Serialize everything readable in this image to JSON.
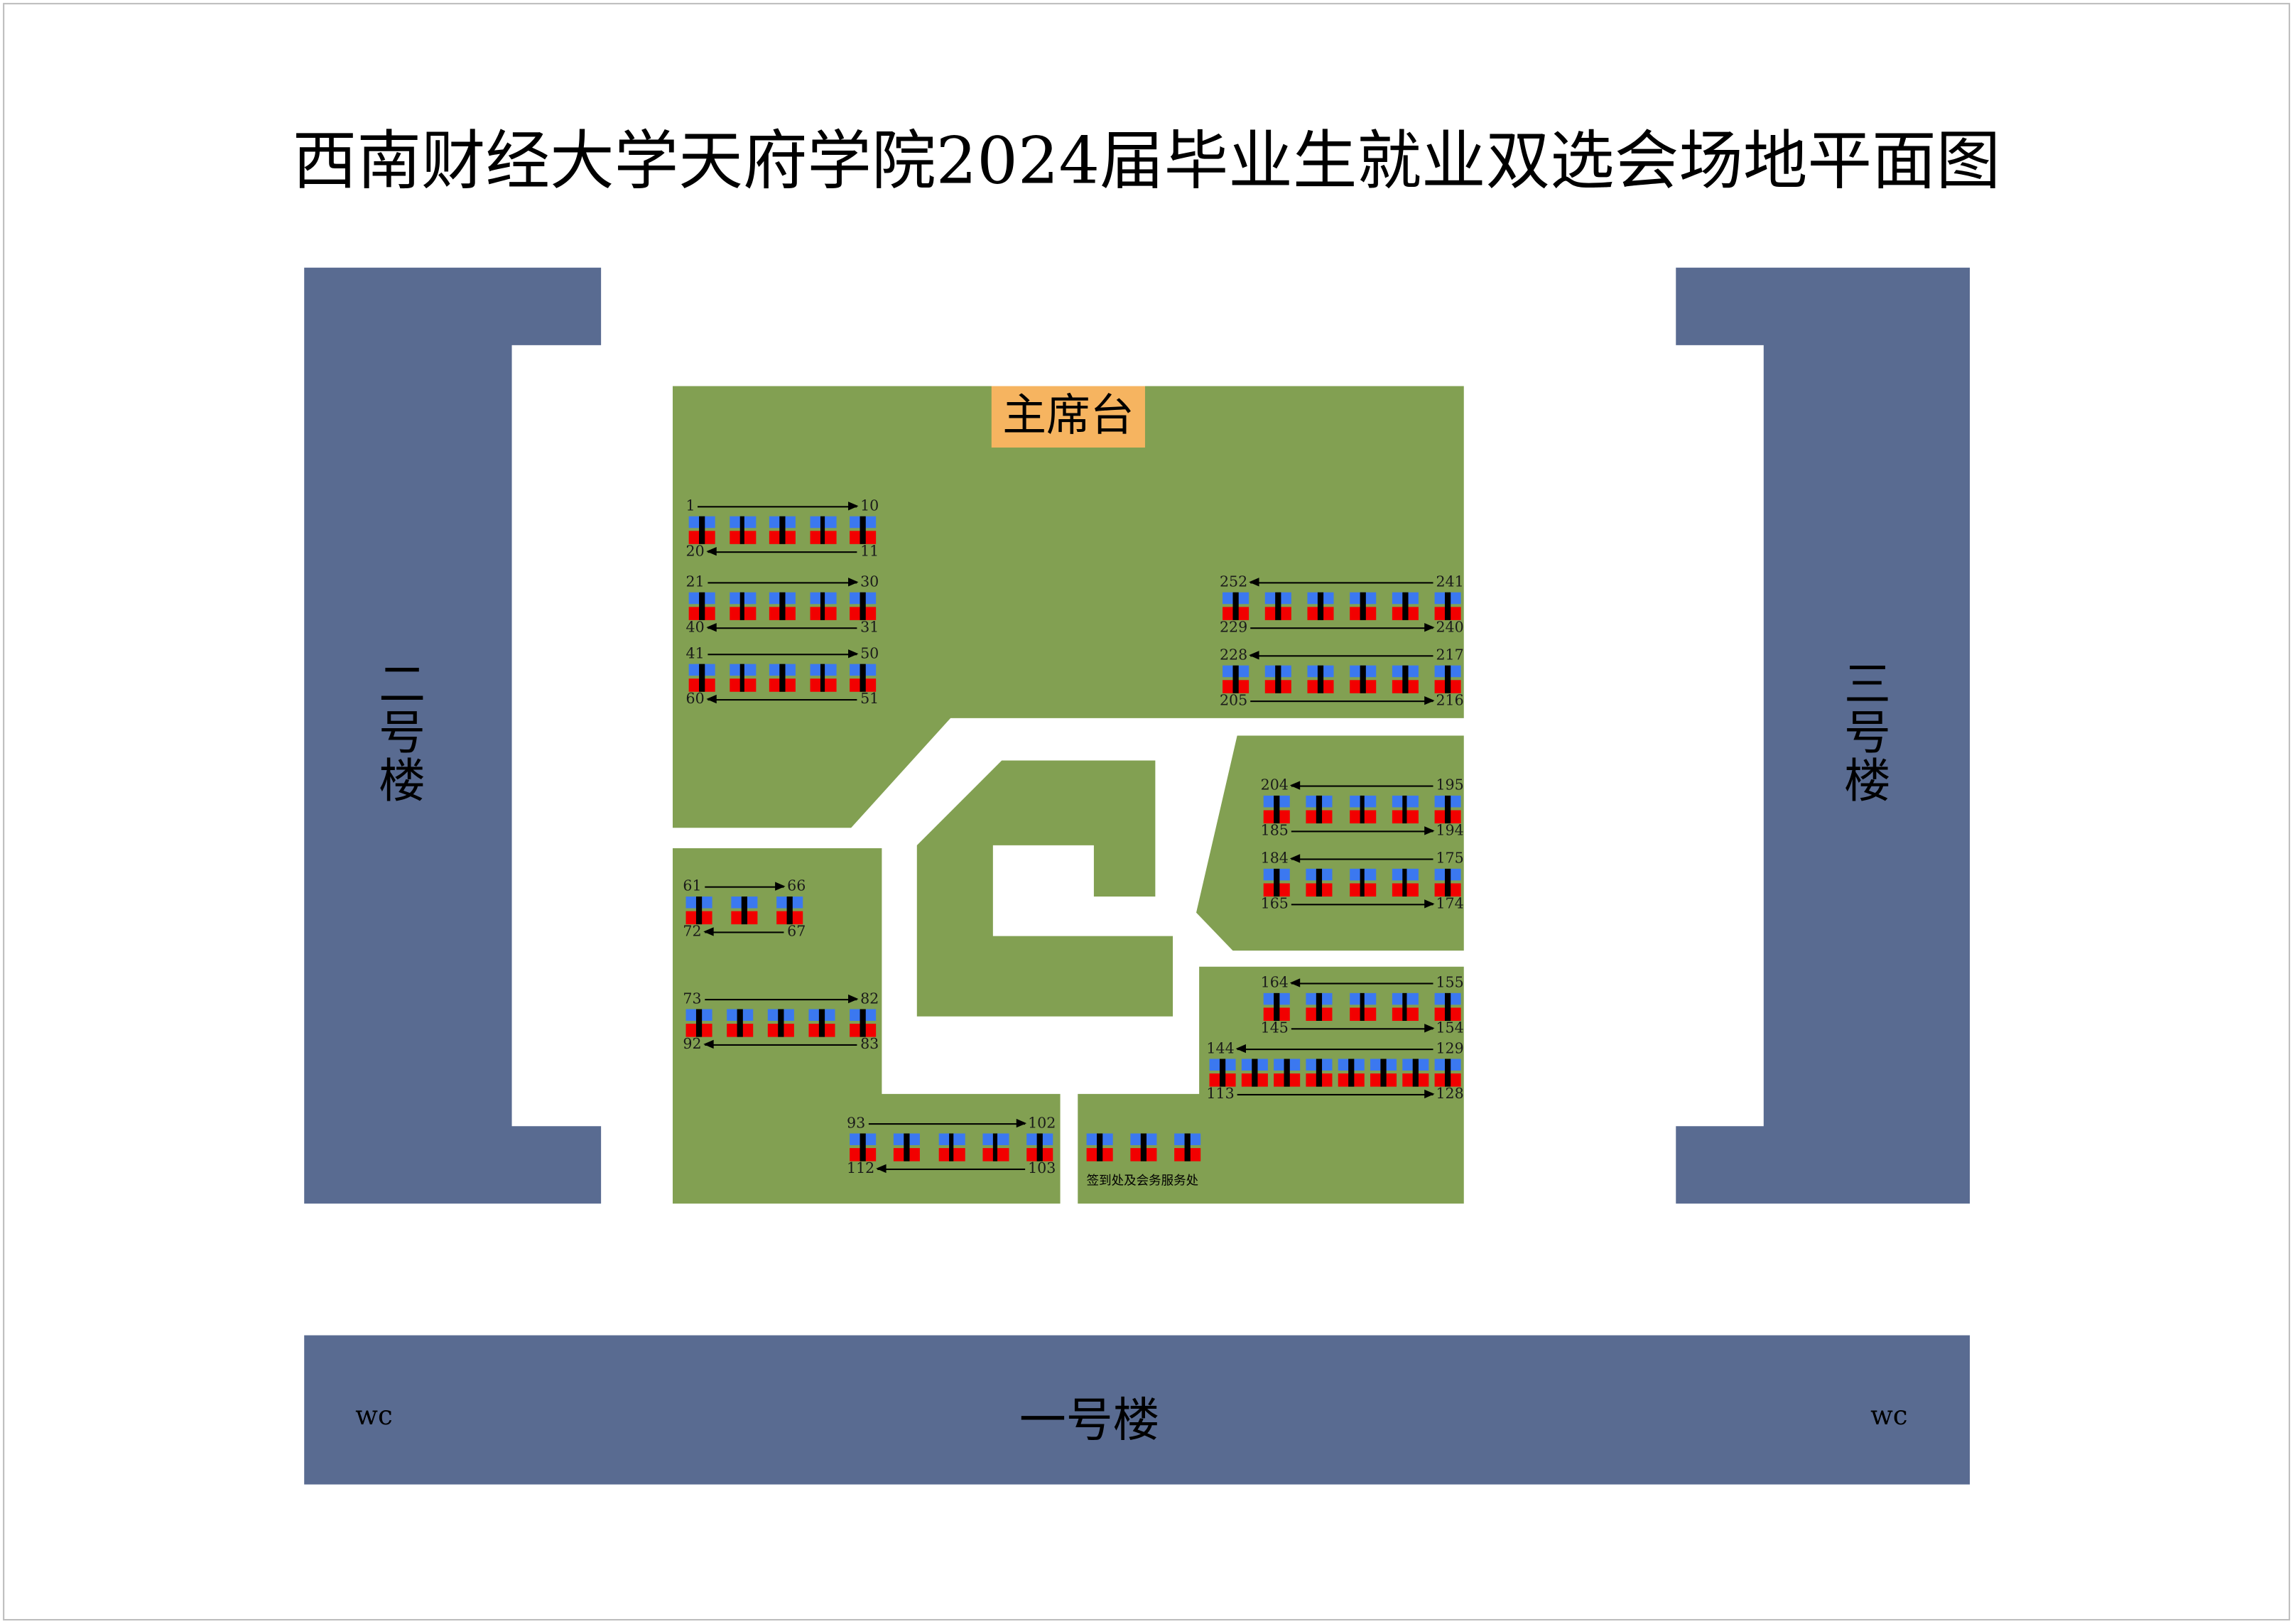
{
  "title": "西南财经大学天府学院2024届毕业生就业双选会场地平面图",
  "buildings": {
    "left": "二号楼",
    "right": "三号楼",
    "bottom": "一号楼",
    "wc_left": "wc",
    "wc_right": "wc"
  },
  "stage": "主席台",
  "sign_in": {
    "label": "签到处及会务服务处",
    "count": 3
  },
  "colors": {
    "building": "#596B91",
    "ground": "#82A052",
    "stage": "#F6B460",
    "booth_blue": "#3B78F0",
    "booth_red": "#F20000"
  },
  "groups": [
    {
      "count": 5,
      "top": {
        "left": "1",
        "right": "10",
        "dir": "r"
      },
      "bottom": {
        "left": "20",
        "right": "11",
        "dir": "l"
      }
    },
    {
      "count": 5,
      "top": {
        "left": "21",
        "right": "30",
        "dir": "r"
      },
      "bottom": {
        "left": "40",
        "right": "31",
        "dir": "l"
      }
    },
    {
      "count": 5,
      "top": {
        "left": "41",
        "right": "50",
        "dir": "r"
      },
      "bottom": {
        "left": "60",
        "right": "51",
        "dir": "l"
      }
    },
    {
      "count": 6,
      "top": {
        "left": "252",
        "right": "241",
        "dir": "l"
      },
      "bottom": {
        "left": "229",
        "right": "240",
        "dir": "r"
      }
    },
    {
      "count": 6,
      "top": {
        "left": "228",
        "right": "217",
        "dir": "l"
      },
      "bottom": {
        "left": "205",
        "right": "216",
        "dir": "r"
      }
    },
    {
      "count": 5,
      "top": {
        "left": "204",
        "right": "195",
        "dir": "l"
      },
      "bottom": {
        "left": "185",
        "right": "194",
        "dir": "r"
      }
    },
    {
      "count": 5,
      "top": {
        "left": "184",
        "right": "175",
        "dir": "l"
      },
      "bottom": {
        "left": "165",
        "right": "174",
        "dir": "r"
      }
    },
    {
      "count": 5,
      "top": {
        "left": "164",
        "right": "155",
        "dir": "l"
      },
      "bottom": {
        "left": "145",
        "right": "154",
        "dir": "r"
      }
    },
    {
      "count": 8,
      "top": {
        "left": "144",
        "right": "129",
        "dir": "l"
      },
      "bottom": {
        "left": "113",
        "right": "128",
        "dir": "r"
      }
    },
    {
      "count": 3,
      "top": {
        "left": "61",
        "right": "66",
        "dir": "r"
      },
      "bottom": {
        "left": "72",
        "right": "67",
        "dir": "l"
      }
    },
    {
      "count": 5,
      "top": {
        "left": "73",
        "right": "82",
        "dir": "r"
      },
      "bottom": {
        "left": "92",
        "right": "83",
        "dir": "l"
      }
    },
    {
      "count": 5,
      "top": {
        "left": "93",
        "right": "102",
        "dir": "r"
      },
      "bottom": {
        "left": "112",
        "right": "103",
        "dir": "l"
      }
    }
  ]
}
